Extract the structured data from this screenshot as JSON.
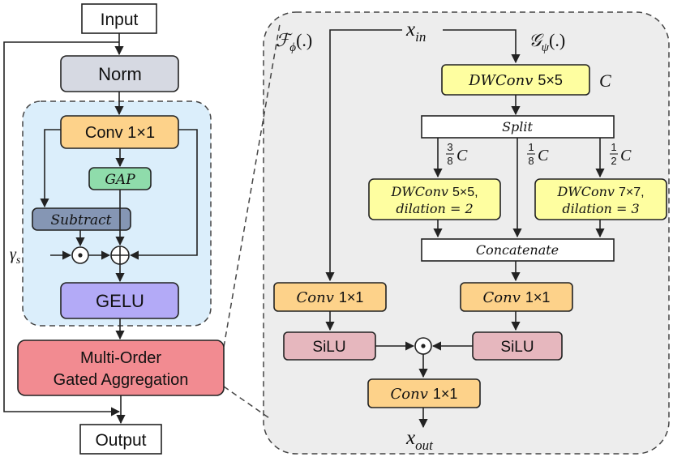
{
  "left": {
    "input": "Input",
    "norm": "Norm",
    "conv": "Conv 1×1",
    "gap": "GAP",
    "subtract": "Subtract",
    "gamma": "γ",
    "gamma_sub": "s",
    "gelu": "GELU",
    "moga_line1": "Multi-Order",
    "moga_line2": "Gated Aggregation",
    "output": "Output"
  },
  "right": {
    "x_in": "x",
    "x_in_sub": "in",
    "f_phi": "ℱ",
    "f_phi_sub": "ϕ",
    "f_phi_arg": "(.)",
    "g_psi": "𝒢",
    "g_psi_sub": "ψ",
    "g_psi_arg": "(.)",
    "dwconv5_a": "DWConv",
    "dwconv5_b": "5×5",
    "c_label": "C",
    "split": "Split",
    "frac_left_num": "3",
    "frac_left_den": "8",
    "frac_mid_num": "1",
    "frac_mid_den": "8",
    "frac_right_num": "1",
    "frac_right_den": "2",
    "frac_c": "C",
    "dw_dil2_line1a": "DWConv",
    "dw_dil2_line1b": "5×5,",
    "dw_dil2_line2": "dilation = 2",
    "dw_dil3_line1a": "DWConv",
    "dw_dil3_line1b": "7×7,",
    "dw_dil3_line2": "dilation = 3",
    "concatenate": "Concatenate",
    "conv_left_a": "Conv",
    "conv_left_b": "1×1",
    "conv_right_a": "Conv",
    "conv_right_b": "1×1",
    "silu_left": "SiLU",
    "silu_right": "SiLU",
    "conv_out_a": "Conv",
    "conv_out_b": "1×1",
    "x_out": "x",
    "x_out_sub": "out"
  },
  "colors": {
    "norm": "#d6d9e2",
    "conv_orange": "#fdd28a",
    "gap_green": "#8fdcab",
    "subtract_blue": "#8596b4",
    "gelu_purple": "#b3aaf7",
    "moga_red": "#f28b91",
    "dw_yellow": "#fefea0",
    "silu_pink": "#e6b7be",
    "blue_panel": "#dbeefb",
    "gray_panel": "#ededed"
  }
}
